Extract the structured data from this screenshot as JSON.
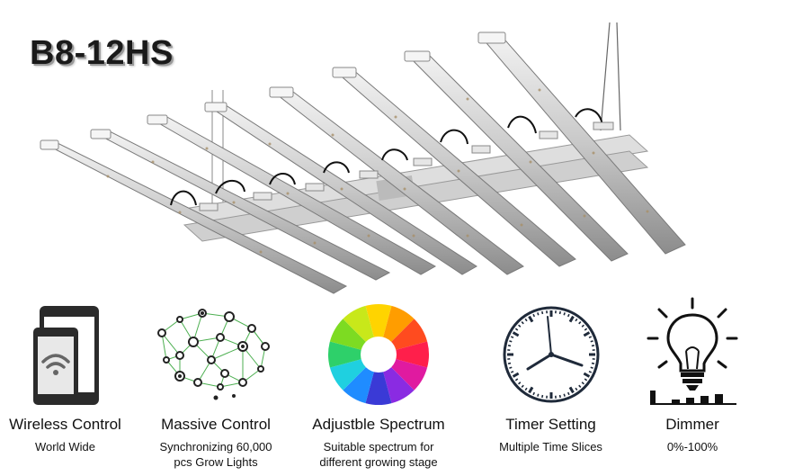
{
  "product": {
    "model": "B8-12HS",
    "image_icon": "led-grow-light-bars-image"
  },
  "features": [
    {
      "icon": "tablet-phone-wifi-icon",
      "label": "Wireless Control",
      "sub": [
        "World Wide"
      ]
    },
    {
      "icon": "network-brain-icon",
      "label": "Massive Control",
      "sub": [
        "Synchronizing 60,000",
        "pcs Grow Lights"
      ]
    },
    {
      "icon": "color-wheel-icon",
      "label": "Adjustble Spectrum",
      "sub": [
        "Suitable spectrum for",
        "different growing stage"
      ]
    },
    {
      "icon": "clock-icon",
      "label": "Timer Setting",
      "sub": [
        "Multiple Time Slices"
      ]
    },
    {
      "icon": "lightbulb-dimmer-icon",
      "label": "Dimmer",
      "sub": [
        "0%-100%"
      ]
    }
  ]
}
